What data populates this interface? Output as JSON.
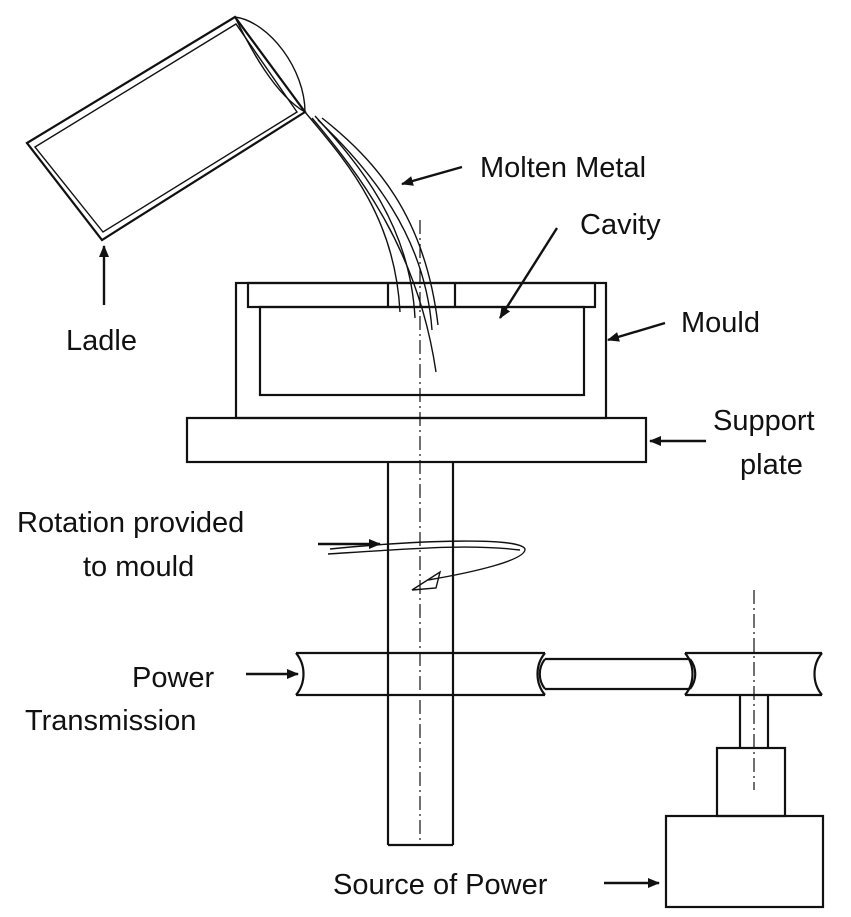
{
  "labels": {
    "molten_metal": "Molten Metal",
    "cavity": "Cavity",
    "ladle": "Ladle",
    "mould": "Mould",
    "support_plate_line1": "Support",
    "support_plate_line2": "plate",
    "rotation_line1": "Rotation provided",
    "rotation_line2": "to mould",
    "power_line1": "Power",
    "power_line2": "Transmission",
    "source_of_power": "Source of Power"
  },
  "colors": {
    "line": "#111111",
    "background": "#ffffff"
  }
}
